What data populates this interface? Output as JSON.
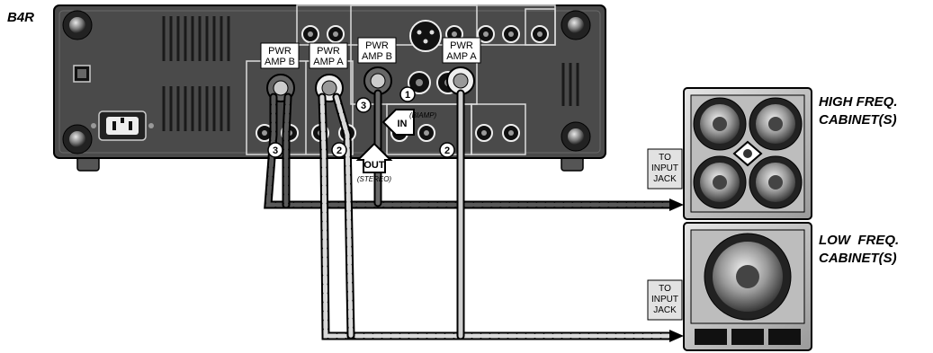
{
  "amp": {
    "model": "B4R",
    "labels": {
      "pwr_amp_b_left": [
        "PWR",
        "AMP B"
      ],
      "pwr_amp_a_left": [
        "PWR",
        "AMP A"
      ],
      "pwr_amp_b_right": [
        "PWR",
        "AMP B"
      ],
      "pwr_amp_a_right": [
        "PWR",
        "AMP A"
      ]
    },
    "in_label": "IN",
    "biamp_label": "(BIAMP)",
    "out_label": "OUT",
    "stereo_label": "(STEREO)"
  },
  "steps": {
    "one": "1",
    "two": "2",
    "three": "3"
  },
  "cabinets": {
    "high": {
      "title_line1": "HIGH FREQ.",
      "title_line2": "CABINET(S)",
      "jack": [
        "TO",
        "INPUT",
        "JACK"
      ]
    },
    "low": {
      "title_line1": "LOW  FREQ.",
      "title_line2": "CABINET(S)",
      "jack": [
        "TO",
        "INPUT",
        "JACK"
      ]
    }
  },
  "colors": {
    "panel": "#4a4a4a",
    "panel_dark": "#2a2a2a",
    "cable_dark": "#5a5a5a",
    "cable_light": "#d9d9d9",
    "cabinet": "#cfcfcf"
  }
}
